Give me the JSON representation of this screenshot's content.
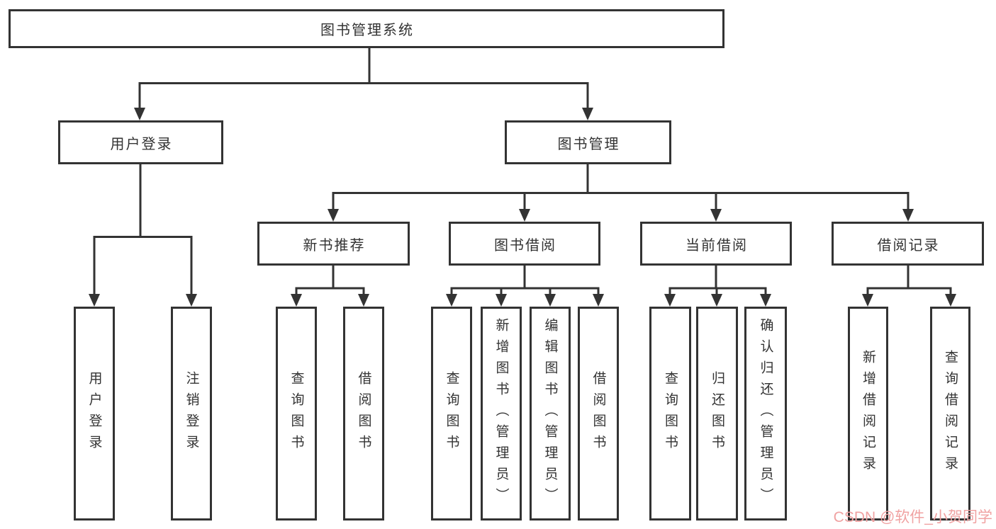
{
  "colors": {
    "line": "#333333",
    "text": "#333333",
    "box_background": "#ffffff",
    "page_background": "#ffffff",
    "watermark": "#f0a2a2"
  },
  "watermark": {
    "text": "CSDN @软件_小贺同学"
  },
  "nodes": {
    "root": {
      "label": "图书管理系统"
    },
    "user_login": {
      "label": "用户登录"
    },
    "book_mgmt": {
      "label": "图书管理"
    },
    "new_books": {
      "label": "新书推荐"
    },
    "book_borrow": {
      "label": "图书借阅"
    },
    "current_borrow": {
      "label": "当前借阅"
    },
    "borrow_records": {
      "label": "借阅记录"
    },
    "leaf_user_login": {
      "label": "用户登录"
    },
    "leaf_logout": {
      "label": "注销登录"
    },
    "leaf_nb_query_books": {
      "label": "查询图书"
    },
    "leaf_nb_borrow_books": {
      "label": "借阅图书"
    },
    "leaf_bb_query_books": {
      "label": "查询图书"
    },
    "leaf_bb_add_books": {
      "label": "新增图书（管理员）"
    },
    "leaf_bb_edit_books": {
      "label": "编辑图书（管理员）"
    },
    "leaf_bb_borrow_books": {
      "label": "借阅图书"
    },
    "leaf_cb_query_books": {
      "label": "查询图书"
    },
    "leaf_cb_return_books": {
      "label": "归还图书"
    },
    "leaf_cb_confirm_return": {
      "label": "确认归还（管理员）"
    },
    "leaf_br_add_record": {
      "label": "新增借阅记录"
    },
    "leaf_br_query_record": {
      "label": "查询借阅记录"
    }
  }
}
